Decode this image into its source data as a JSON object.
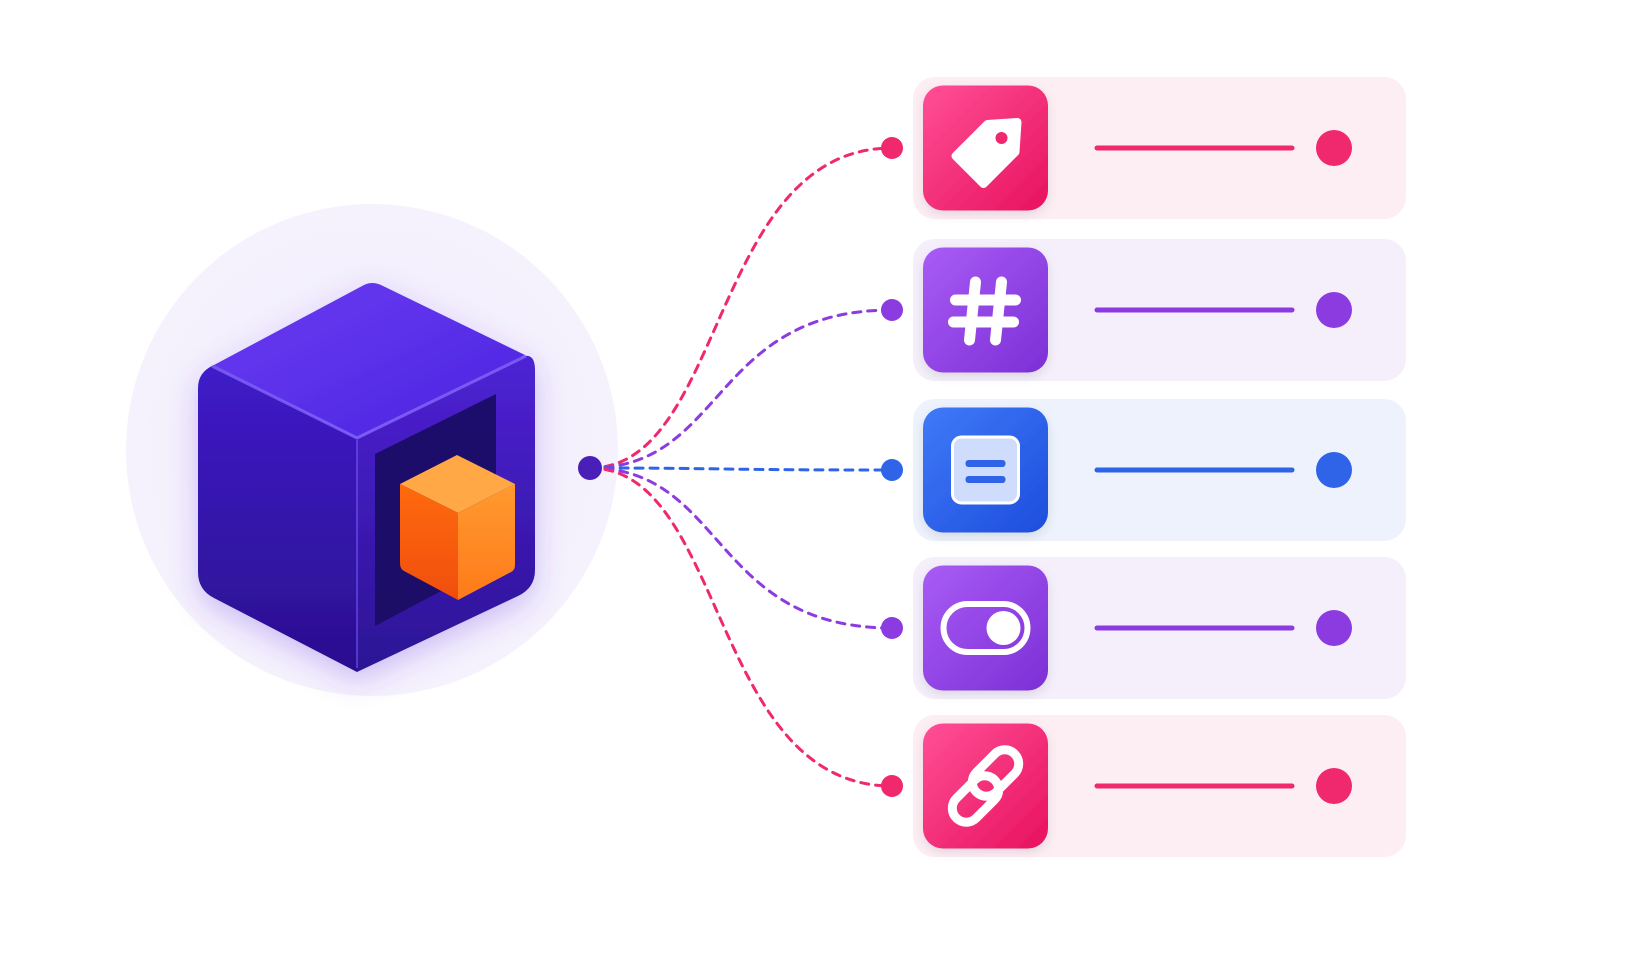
{
  "hub": {
    "icon": "cube-with-inner-block-icon",
    "outer_color": "#4520d8",
    "inner_color": "#ff7a1a",
    "halo_color": "#f3effc",
    "connector_color": "#4a1fb8"
  },
  "rows": [
    {
      "icon": "tag-icon",
      "accent": "#f0286e",
      "tile": [
        "#ff4f96",
        "#e8125e"
      ],
      "panel": "#fdeef4",
      "line_style": "dashed"
    },
    {
      "icon": "hash-icon",
      "accent": "#8c3be0",
      "tile": [
        "#a95cf5",
        "#7c2fd6"
      ],
      "panel": "#f4effb",
      "line_style": "dashed"
    },
    {
      "icon": "document-lines-icon",
      "accent": "#2f64e8",
      "tile": [
        "#3f7af8",
        "#1d4ddd"
      ],
      "panel": "#edf2fc",
      "line_style": "dashed"
    },
    {
      "icon": "toggle-switch-icon",
      "accent": "#8c3be0",
      "tile": [
        "#a95cf5",
        "#7c2fd6"
      ],
      "panel": "#f4effb",
      "line_style": "dashed"
    },
    {
      "icon": "link-chain-icon",
      "accent": "#f0286e",
      "tile": [
        "#ff4f96",
        "#e8125e"
      ],
      "panel": "#fdeef4",
      "line_style": "dashed"
    }
  ]
}
